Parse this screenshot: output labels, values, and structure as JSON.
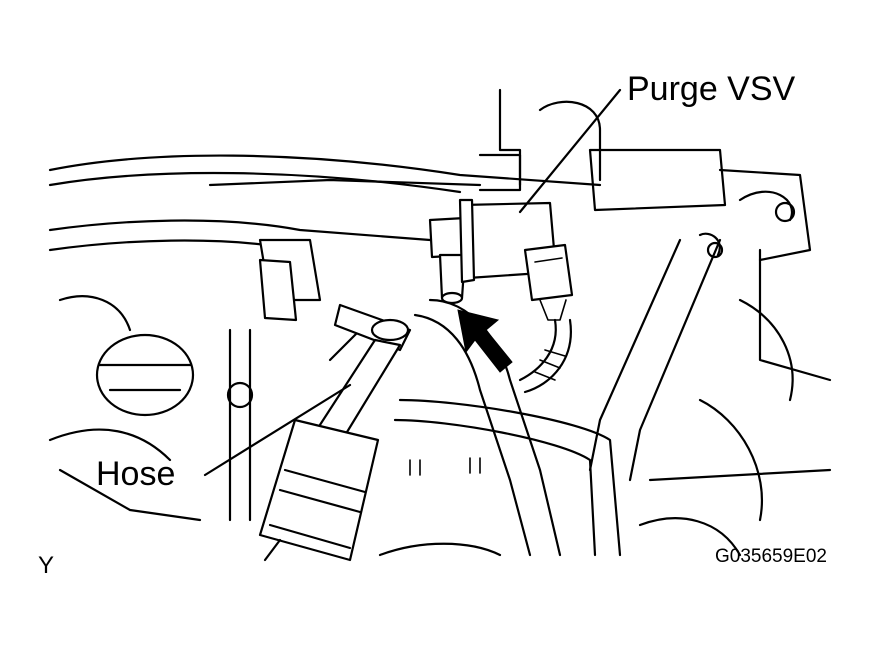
{
  "labels": {
    "purge_vsv": "Purge VSV",
    "hose": "Hose",
    "view_mark": "Y",
    "figure_code": "G035659E02"
  }
}
